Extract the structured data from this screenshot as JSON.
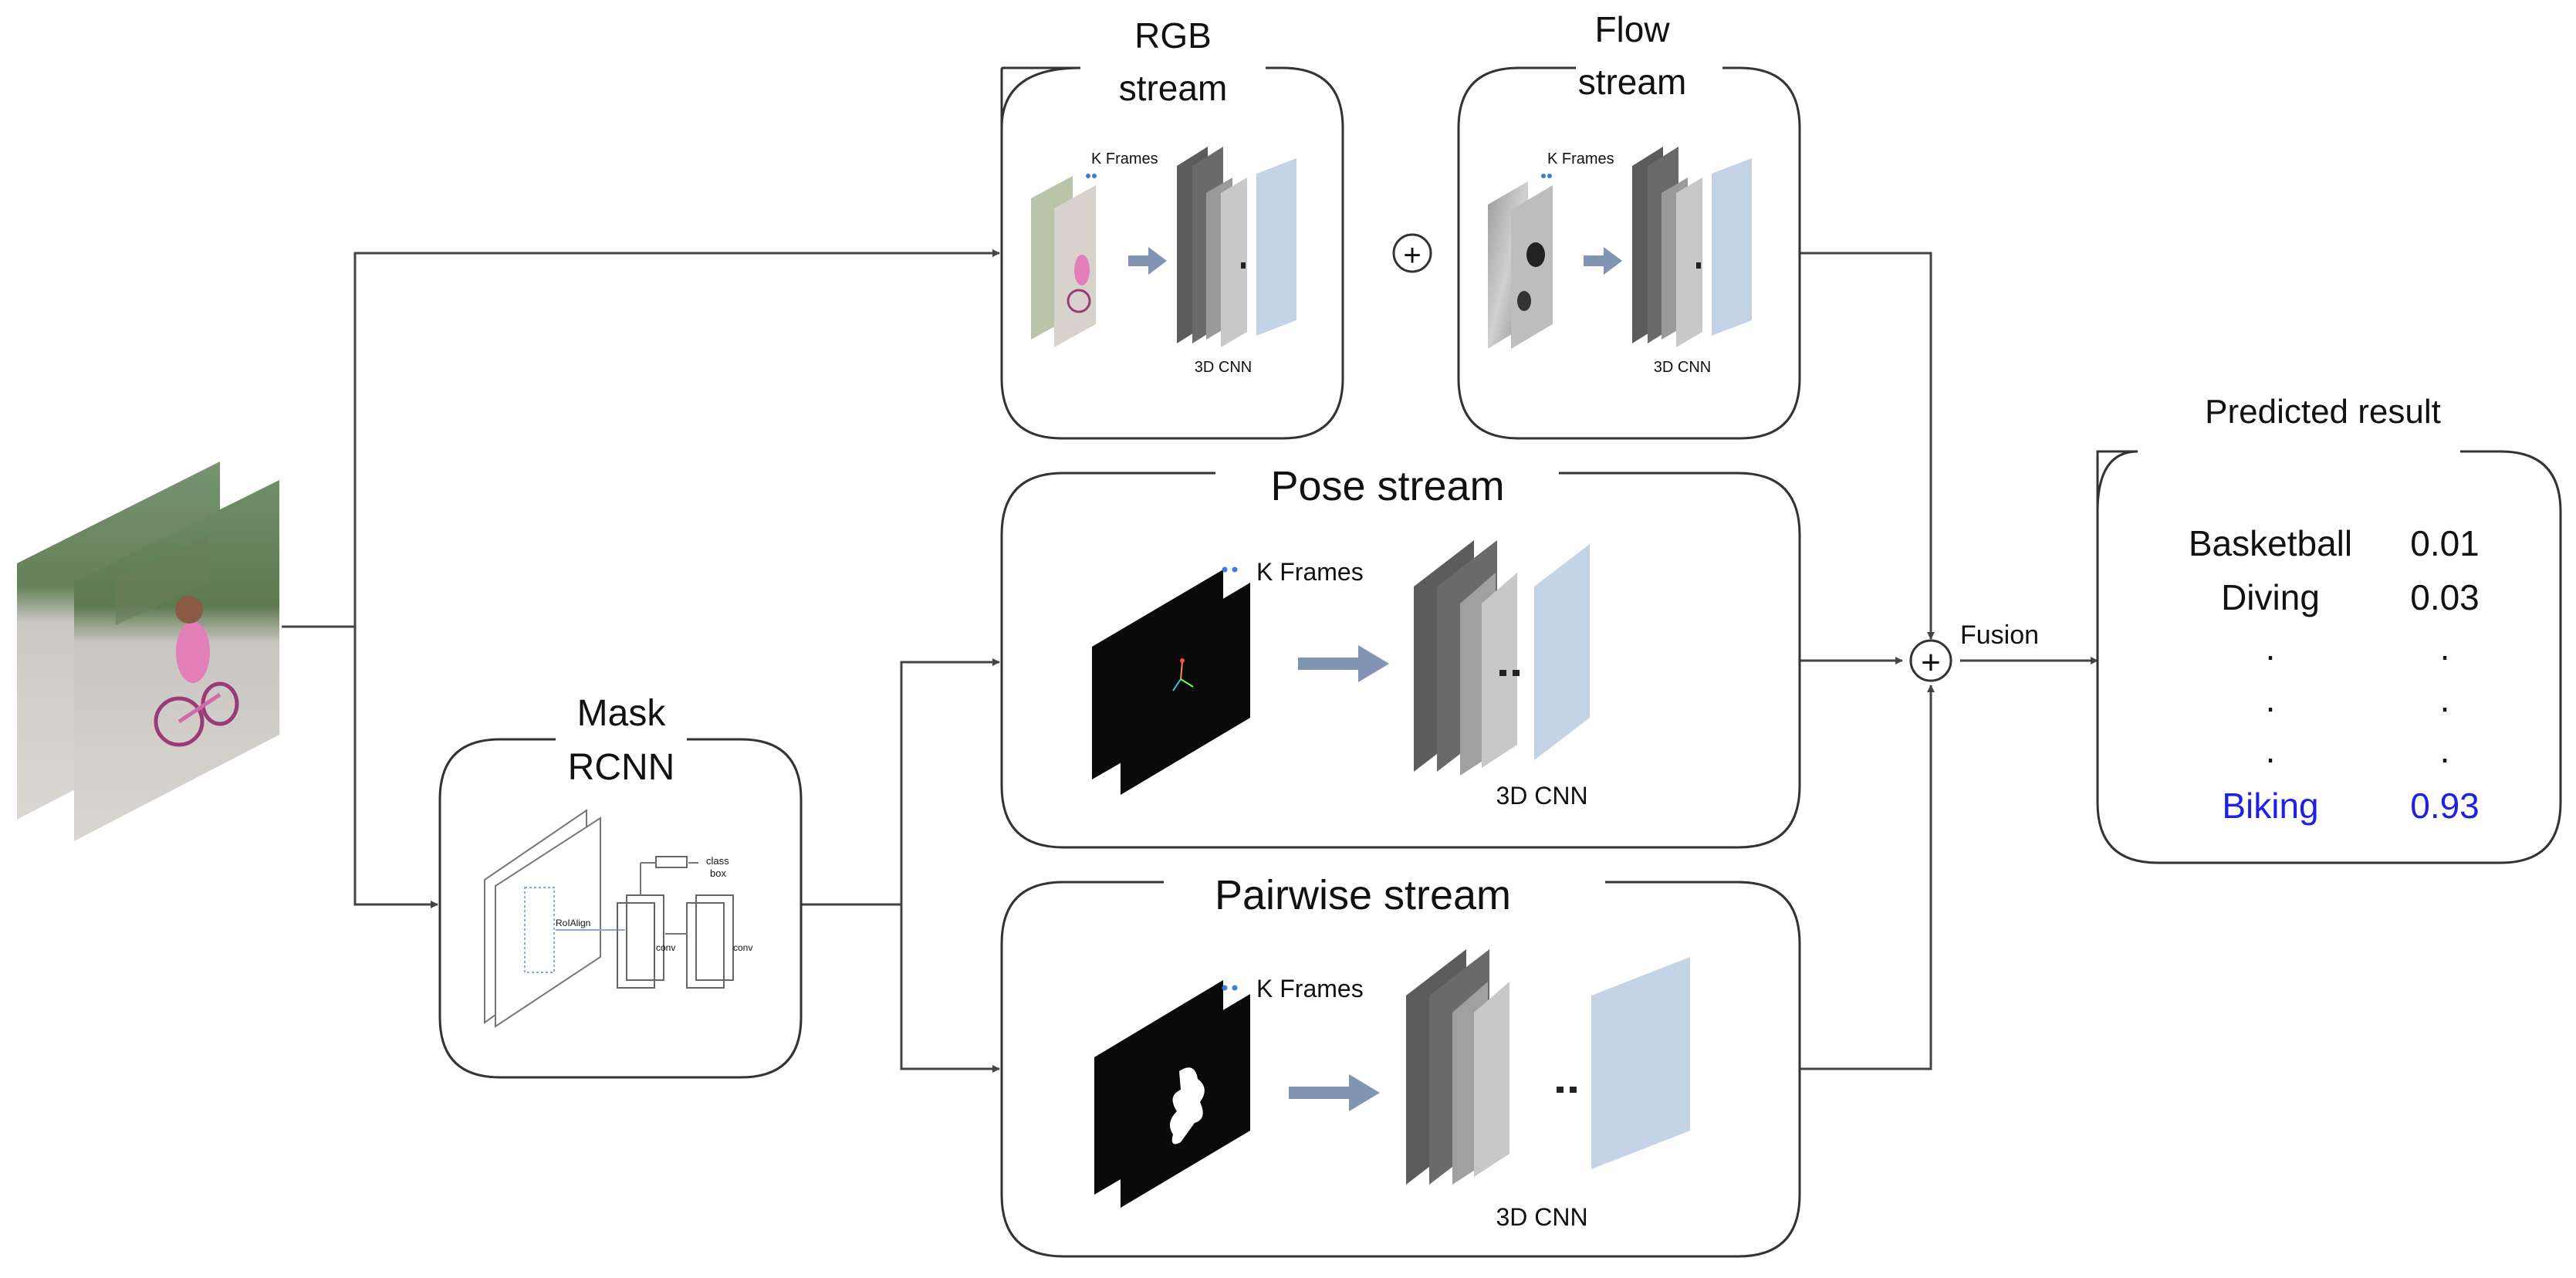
{
  "streams": {
    "rgb": {
      "title_line1": "RGB",
      "title_line2": "stream",
      "frames_label": "K Frames",
      "cnn_label": "3D CNN"
    },
    "flow": {
      "title_line1": "Flow",
      "title_line2": "stream",
      "frames_label": "K Frames",
      "cnn_label": "3D CNN"
    },
    "pose": {
      "title": "Pose stream",
      "frames_label": "K Frames",
      "cnn_label": "3D CNN"
    },
    "pairwise": {
      "title": "Pairwise stream",
      "frames_label": "K Frames",
      "cnn_label": "3D CNN"
    }
  },
  "mask_rcnn": {
    "title_line1": "Mask",
    "title_line2": "RCNN",
    "inner_labels": {
      "roialign": "RoIAlign",
      "class": "class",
      "box": "box",
      "conv1": "conv",
      "conv2": "conv"
    }
  },
  "plus_symbol": "+",
  "fusion_label": "Fusion",
  "result": {
    "title": "Predicted result",
    "rows": [
      {
        "label": "Basketball",
        "value": "0.01"
      },
      {
        "label": "Diving",
        "value": "0.03"
      },
      {
        "label": ".",
        "value": "."
      },
      {
        "label": ".",
        "value": "."
      },
      {
        "label": ".",
        "value": "."
      },
      {
        "label": "Biking",
        "value": "0.93",
        "highlight": true
      }
    ],
    "highlight_color": "#1f1fe6"
  },
  "colors": {
    "line": "#444444",
    "arrow_fill": "#8194b3",
    "cnn_dark": "#5c5c5c",
    "cnn_mid": "#8a8a8a",
    "cnn_light": "#c8c8c8",
    "cnn_blue": "#c5d3e6",
    "frame_black": "#0a0a0a"
  }
}
